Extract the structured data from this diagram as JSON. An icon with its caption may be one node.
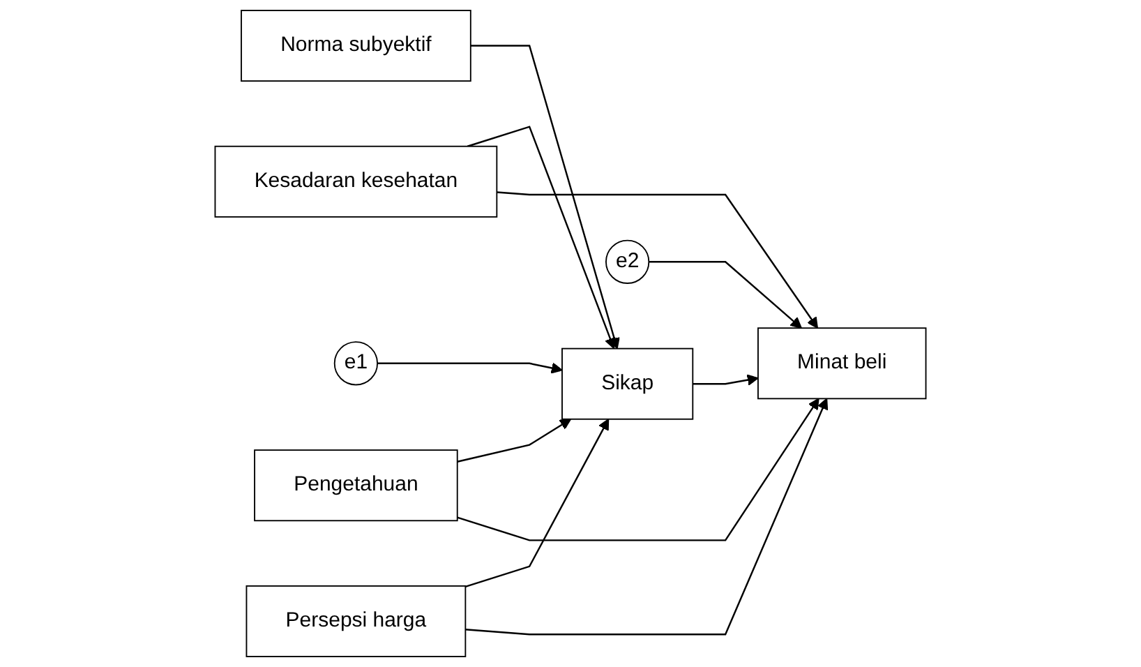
{
  "diagram": {
    "nodes": [
      {
        "text": [
          "Norma subyektif"
        ]
      },
      {
        "text": [
          "Kesadaran kesehatan"
        ]
      },
      {
        "text": [
          "Sikap"
        ]
      },
      {
        "text": [
          "Minat beli"
        ]
      },
      {
        "text": [
          "e2"
        ]
      },
      {
        "text": [
          "Pengetahuan"
        ]
      },
      {
        "text": [
          "e1"
        ]
      },
      {
        "text": [
          "Persepsi harga"
        ]
      }
    ],
    "edges": [
      {
        "from": 0,
        "to": 2,
        "arrow": "to"
      },
      {
        "from": 1,
        "to": 2,
        "arrow": "to"
      },
      {
        "from": 5,
        "to": 2,
        "arrow": "to"
      },
      {
        "from": 7,
        "to": 2,
        "arrow": "to"
      },
      {
        "from": 6,
        "to": 2,
        "arrow": "to"
      },
      {
        "from": 2,
        "to": 3,
        "arrow": "to"
      },
      {
        "from": 4,
        "to": 3,
        "arrow": "to"
      },
      {
        "from": 1,
        "to": 3,
        "arrow": "to"
      },
      {
        "from": 7,
        "to": 3,
        "arrow": "to"
      },
      {
        "from": 5,
        "to": 3,
        "arrow": "to"
      }
    ]
  }
}
